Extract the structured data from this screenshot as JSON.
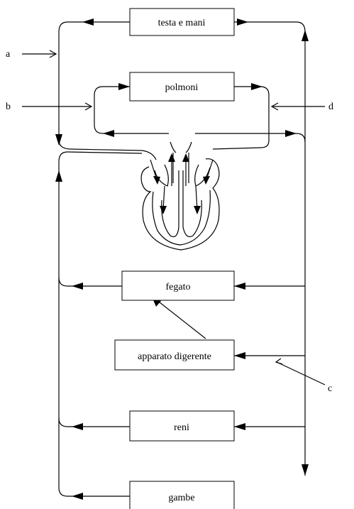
{
  "boxes": {
    "head_hands": "testa e mani",
    "lungs": "polmoni",
    "liver": "fegato",
    "digestive": "apparato digerente",
    "kidneys": "reni",
    "legs": "gambe"
  },
  "pointer_labels": {
    "a": "a",
    "b": "b",
    "c": "c",
    "d": "d"
  }
}
